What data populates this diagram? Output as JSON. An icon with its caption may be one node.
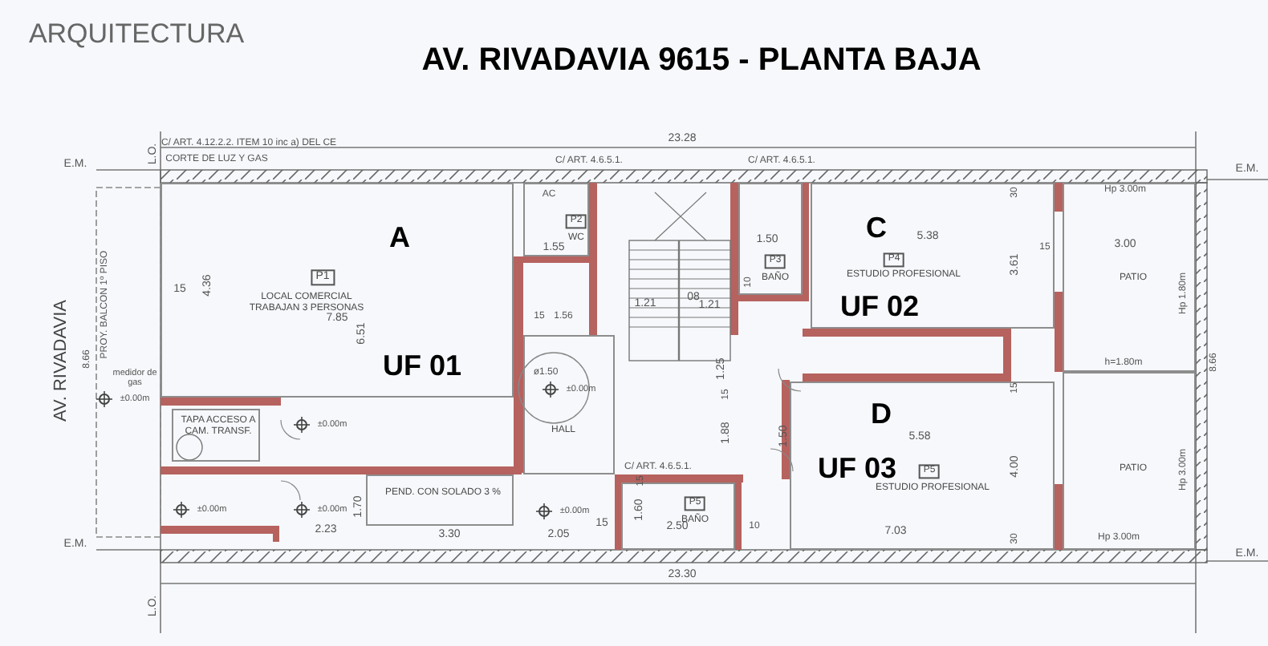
{
  "diagram": {
    "title": "AV. RIVADAVIA 9615 - PLANTA BAJA",
    "nodes": [
      {
        "text": [
          "A",
          "P1",
          "LOCAL COMERCIAL TRABAJAN 3 PERSONAS",
          "UF 01"
        ]
      },
      {
        "text": [
          "C",
          "P4",
          "ESTUDIO PROFESIONAL",
          "UF 02"
        ]
      },
      {
        "text": [
          "D",
          "UF 03",
          "P5",
          "ESTUDIO PROFESIONAL"
        ]
      },
      {
        "text": [
          "PATIO"
        ]
      },
      {
        "text": [
          "PATIO"
        ]
      },
      {
        "text": [
          "P2",
          "WC"
        ]
      },
      {
        "text": [
          "P3",
          "BAÑO"
        ]
      },
      {
        "text": [
          "P5",
          "BAÑO"
        ]
      },
      {
        "text": [
          "HALL"
        ]
      },
      {
        "text": [
          "TAPA ACCESO A CAM. TRANSF."
        ]
      },
      {
        "text": [
          "PEND. CON SOLADO 3 %"
        ]
      }
    ],
    "labels": [
      "ARQUITECTURA",
      "AV. RIVADAVIA",
      "PROY. BALCON 1º PISO",
      "C/ ART. 4.12.2.2. ITEM 10 inc a) DEL CE",
      "CORTE DE LUZ Y GAS",
      "C/ ART. 4.6.5.1.",
      "C/ ART. 4.6.5.1.",
      "C/ ART. 4.6.5.1.",
      "23.28",
      "23.30",
      "E.M.",
      "E.M.",
      "E.M.",
      "E.M.",
      "L.O.",
      "L.O.",
      "8.66",
      "8.66",
      "medidor de gas",
      "15",
      "4.36",
      "7.85",
      "6.51",
      "AC",
      "1.55",
      "15",
      "1.56",
      "1.21",
      "08",
      "1.21",
      "1.25",
      "1.50",
      "10",
      "5.38",
      "3.61",
      "30",
      "15",
      "3.00",
      "Hp 3.00m",
      "Hp 1.80m",
      "h=1.80m",
      "15",
      "5.58",
      "4.00",
      "30",
      "7.03",
      "Hp 3.00m",
      "Hp 3.00m",
      "±0.00m",
      "±0.00m",
      "±0.00m",
      "±0.00m",
      "±0.00m",
      "±0.00m",
      "2.23",
      "1.70",
      "3.30",
      "2.05",
      "15",
      "1.60",
      "15",
      "2.50",
      "10",
      "1.88",
      "15",
      "1.50",
      "ø1.50"
    ]
  }
}
